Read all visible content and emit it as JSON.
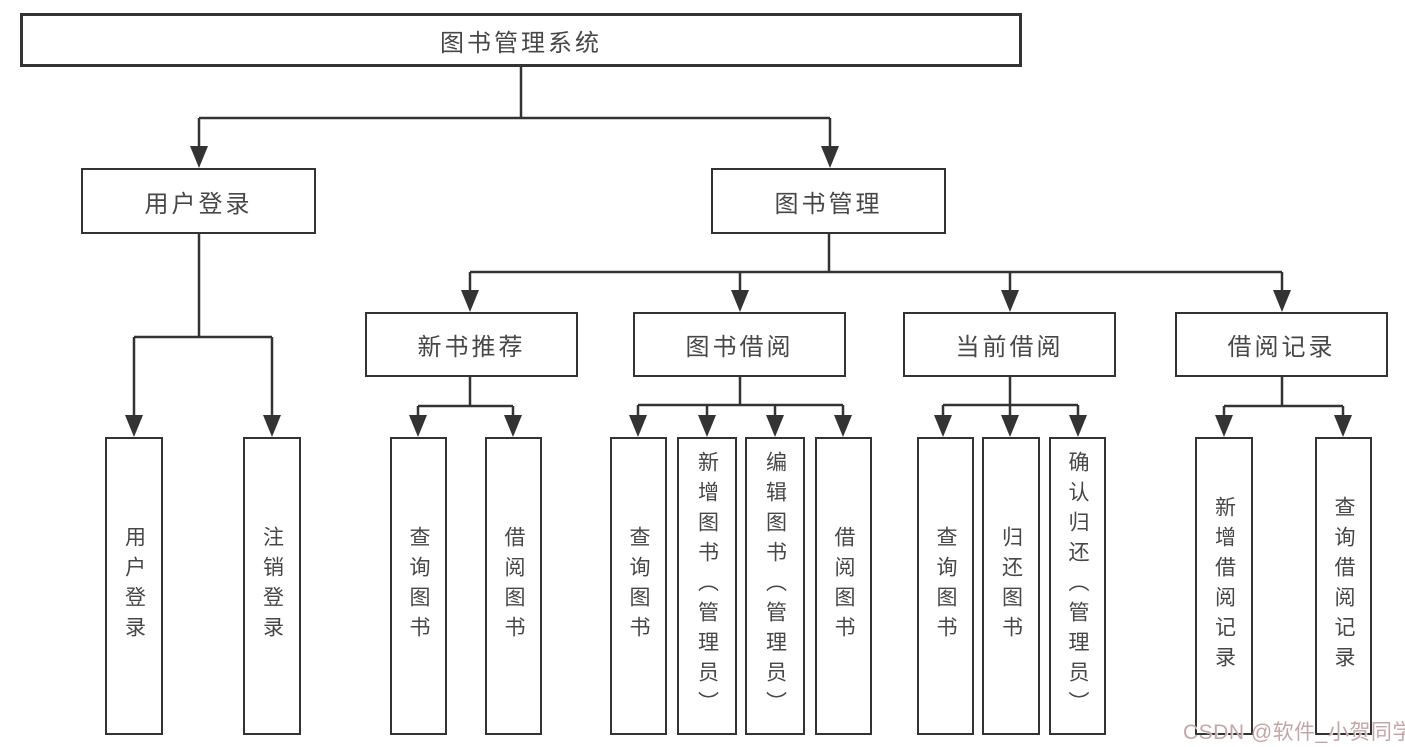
{
  "diagram": {
    "root": {
      "label": "图书管理系统"
    },
    "level2": [
      {
        "label": "用户登录"
      },
      {
        "label": "图书管理"
      }
    ],
    "level3": [
      {
        "label": "新书推荐"
      },
      {
        "label": "图书借阅"
      },
      {
        "label": "当前借阅"
      },
      {
        "label": "借阅记录"
      }
    ],
    "leaves": [
      {
        "label": "用户登录"
      },
      {
        "label": "注销登录"
      },
      {
        "label": "查询图书"
      },
      {
        "label": "借阅图书"
      },
      {
        "label": "查询图书"
      },
      {
        "label": "新增图书（管理员）"
      },
      {
        "label": "编辑图书（管理员）"
      },
      {
        "label": "借阅图书"
      },
      {
        "label": "查询图书"
      },
      {
        "label": "归还图书"
      },
      {
        "label": "确认归还（管理员）"
      },
      {
        "label": "新增借阅记录"
      },
      {
        "label": "查询借阅记录"
      }
    ],
    "colors": {
      "line": "#333333",
      "node_border": "#333333",
      "node_fill": "#ffffff",
      "text": "#474747",
      "watermark": "#c4a6a6"
    }
  },
  "watermark": {
    "text": "CSDN @软件_小贺同学"
  }
}
